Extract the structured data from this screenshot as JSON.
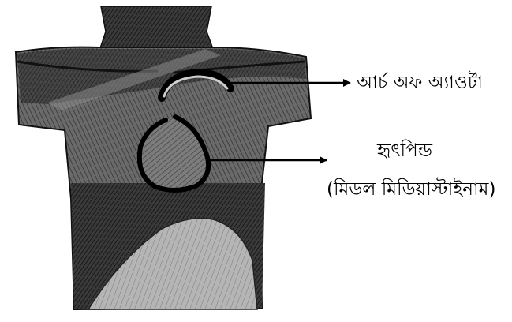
{
  "labels": {
    "aorta": "আর্চ অফ অ্যাওর্টা",
    "heart": "হৃৎপিন্ড",
    "mediastinum": "(মিডল মিডিয়াস্টাইনাম)"
  },
  "colors": {
    "background": "#ffffff",
    "ink": "#000000",
    "shade_dark": "#2a2a2a",
    "shade_mid": "#5a5a5a",
    "shade_light": "#9a9a9a"
  }
}
